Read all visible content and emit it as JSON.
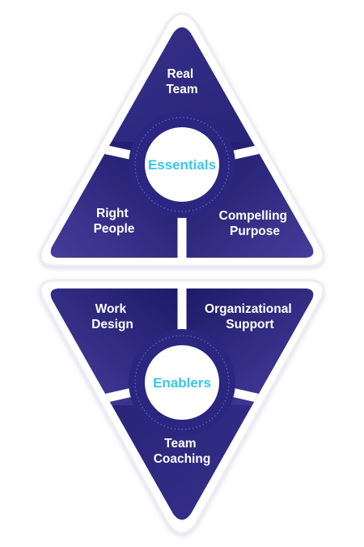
{
  "essentials": {
    "center_label": "Essentials",
    "segments": {
      "top": [
        "Real",
        "Team"
      ],
      "left": [
        "Right",
        "People"
      ],
      "right": [
        "Compelling",
        "Purpose"
      ]
    }
  },
  "enablers": {
    "center_label": "Enablers",
    "segments": {
      "left": [
        "Work",
        "Design"
      ],
      "right": [
        "Organizational",
        "Support"
      ],
      "bottom": [
        "Team",
        "Coaching"
      ]
    }
  },
  "colors": {
    "segment_dark": "#1f1d6e",
    "segment_light": "#4a3f9f",
    "center_text": "#35c8ea",
    "outline": "#ececf2"
  }
}
